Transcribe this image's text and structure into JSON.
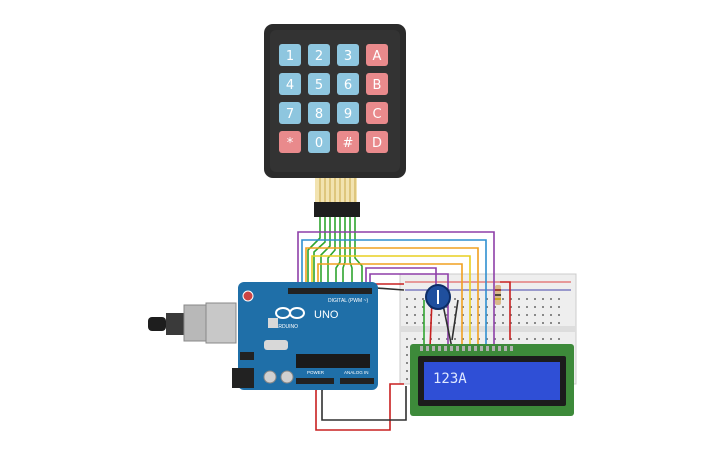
{
  "keypad": {
    "rows": [
      [
        {
          "label": "1",
          "kind": "num"
        },
        {
          "label": "2",
          "kind": "num"
        },
        {
          "label": "3",
          "kind": "num"
        },
        {
          "label": "A",
          "kind": "fn"
        }
      ],
      [
        {
          "label": "4",
          "kind": "num"
        },
        {
          "label": "5",
          "kind": "num"
        },
        {
          "label": "6",
          "kind": "num"
        },
        {
          "label": "B",
          "kind": "fn"
        }
      ],
      [
        {
          "label": "7",
          "kind": "num"
        },
        {
          "label": "8",
          "kind": "num"
        },
        {
          "label": "9",
          "kind": "num"
        },
        {
          "label": "C",
          "kind": "fn"
        }
      ],
      [
        {
          "label": "*",
          "kind": "fn"
        },
        {
          "label": "0",
          "kind": "num"
        },
        {
          "label": "#",
          "kind": "fn"
        },
        {
          "label": "D",
          "kind": "fn"
        }
      ]
    ]
  },
  "arduino": {
    "brand": "ARDUINO",
    "model": "UNO",
    "digital_label": "DIGITAL (PWM ~)",
    "power_label": "POWER",
    "analog_label": "ANALOG IN"
  },
  "lcd": {
    "display_text": "123A"
  },
  "colors": {
    "num_key": "#8ec6df",
    "fn_key": "#e98a8c",
    "keypad_body": "#2b2b2b",
    "arduino_board": "#1f6fa8",
    "lcd_screen": "#2f4fd6",
    "lcd_pcb": "#3d8a3a",
    "wire_green": "#2fa52f",
    "wire_purple": "#8e3fa8",
    "wire_blue": "#2f8fd0",
    "wire_orange": "#f0a020",
    "wire_yellow": "#e8cf20",
    "wire_red": "#c82020",
    "wire_black": "#303030"
  }
}
